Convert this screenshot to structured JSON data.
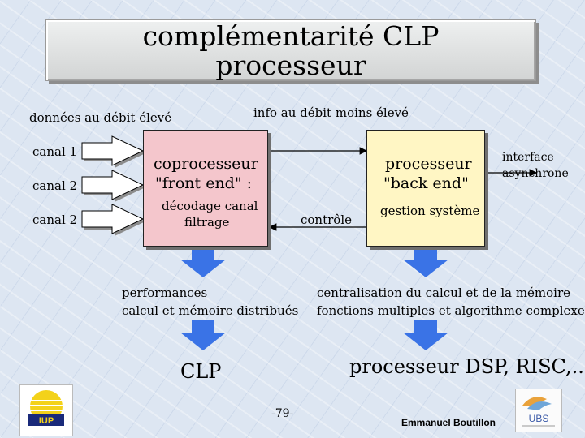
{
  "title": {
    "line1": "complémentarité CLP",
    "line2": "processeur"
  },
  "labels": {
    "high_rate": "données au débit élevé",
    "low_rate": "info au débit moins élevé",
    "channel_1": "canal 1",
    "channel_2a": "canal 2",
    "channel_2b": "canal 2",
    "control": "contrôle",
    "async_interface_1": "interface",
    "async_interface_2": "asynchrone"
  },
  "front_end": {
    "line1": "coprocesseur",
    "line2": "\"front end\" :",
    "detail1": "décodage canal",
    "detail2": "filtrage",
    "fill": "#f4c6cc"
  },
  "back_end": {
    "line1": "processeur",
    "line2": "\"back end\"",
    "detail": "gestion système",
    "fill": "#fff6c4"
  },
  "left_result": {
    "text1": "performances",
    "text2": "calcul et mémoire distribués",
    "conclusion": "CLP"
  },
  "right_result": {
    "text1": "centralisation du calcul et de la mémoire",
    "text2": "fonctions multiples et algorithme complexe",
    "conclusion": "processeur DSP, RISC,..."
  },
  "footer": {
    "page": "-79-",
    "author": "Emmanuel Boutillon",
    "logo_left_text": "IUP",
    "logo_right_text": "UBS"
  },
  "colors": {
    "down_arrow": "#3a73e6",
    "channel_arrow_fill": "#ffffff"
  }
}
